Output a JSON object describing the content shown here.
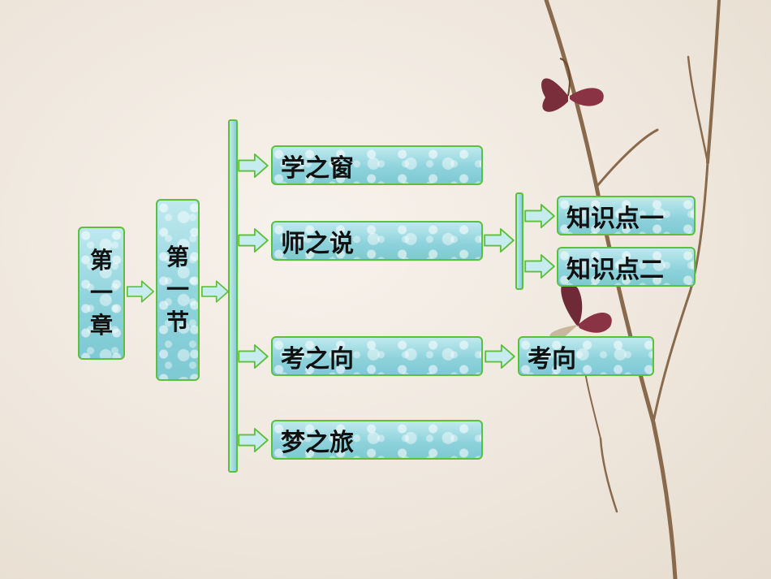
{
  "chapter": {
    "chars": [
      "第",
      "一",
      "章"
    ]
  },
  "section": {
    "chars": [
      "第",
      "一",
      "节"
    ]
  },
  "branches": {
    "xue": "学之窗",
    "shi": "师之说",
    "kao": "考之向",
    "meng": "梦之旅"
  },
  "knowledge": {
    "point1": "知识点一",
    "point2": "知识点二"
  },
  "kaoxiang": "考向",
  "colors": {
    "box_border": "#5fbf3c",
    "box_fill": "#8fd3dc"
  }
}
